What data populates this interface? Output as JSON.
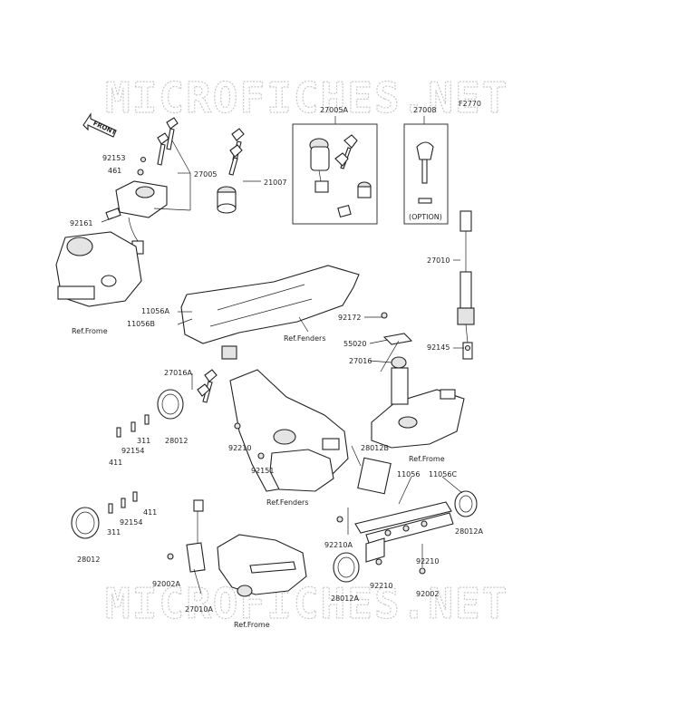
{
  "watermark": "MICROFICHES.NET",
  "figure_code": "F2770",
  "front_arrow": "FRONT",
  "option_note": "(OPTION)",
  "labels": {
    "p27005A": "27005A",
    "p27008": "27008",
    "p92153": "92153",
    "p461": "461",
    "p27005": "27005",
    "p21007": "21007",
    "p92161": "92161",
    "p27010": "27010",
    "refFrome1": "Ref.Frome",
    "p11056A": "11056A",
    "p11056B": "11056B",
    "refFenders1": "Ref.Fenders",
    "p92172": "92172",
    "p55020": "55020",
    "p92145": "92145",
    "p27016": "27016",
    "p27016A": "27016A",
    "p311a": "311",
    "p92154a": "92154",
    "p28012a": "28012",
    "p411a": "411",
    "p92210a": "92210",
    "p28012B": "28012B",
    "refFrome2": "Ref.Frome",
    "p11056": "11056",
    "p11056C": "11056C",
    "p92151": "92151",
    "refFenders2": "Ref.Fenders",
    "p411b": "411",
    "p92154b": "92154",
    "p311b": "311",
    "p28012b": "28012",
    "p28012A1": "28012A",
    "p92210A": "92210A",
    "p92210b": "92210",
    "p92210c": "92210",
    "p92002": "92002",
    "p28012A2": "28012A",
    "p92002A": "92002A",
    "p27010A": "27010A",
    "refFrome3": "Ref.Frome"
  }
}
